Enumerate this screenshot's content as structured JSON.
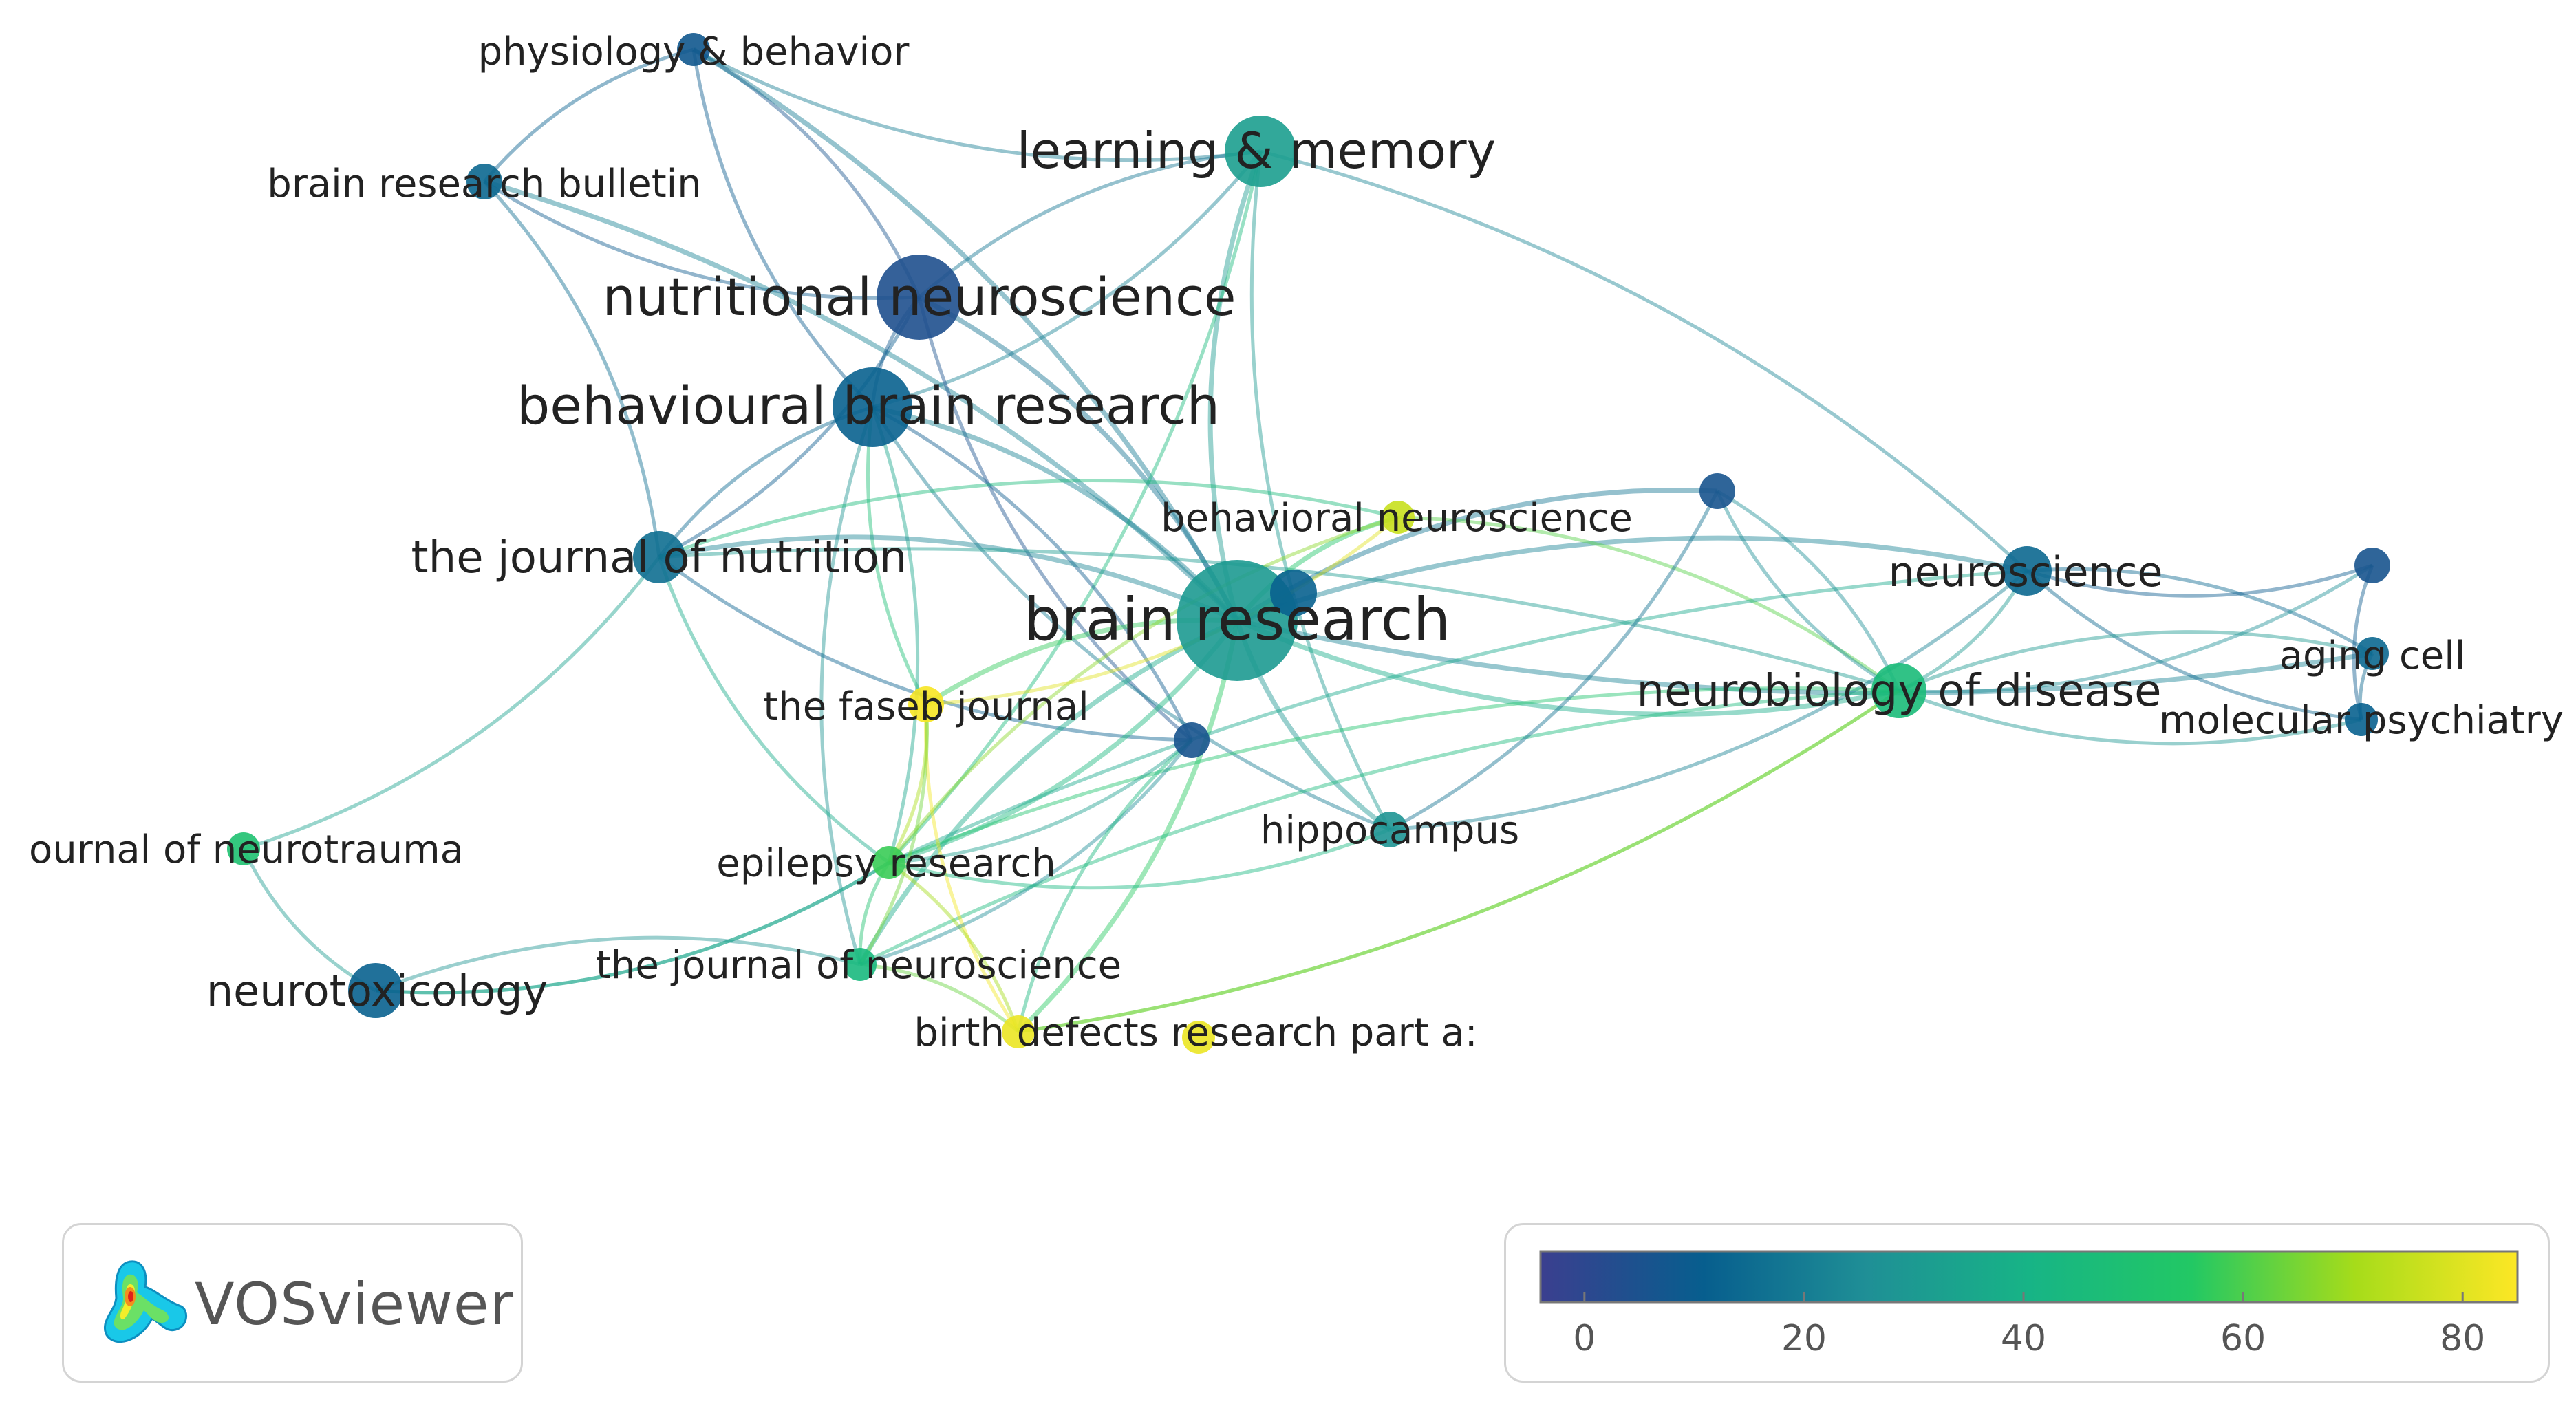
{
  "app": {
    "name": "VOSviewer"
  },
  "nodes": [
    {
      "id": "pb",
      "label": "physiology & behavior",
      "score": 8
    },
    {
      "id": "brb",
      "label": "brain research bulletin",
      "score": 14
    },
    {
      "id": "lm",
      "label": "learning & memory",
      "score": 32
    },
    {
      "id": "nn",
      "label": "nutritional neuroscience",
      "score": 4
    },
    {
      "id": "bbr",
      "label": "behavioural brain research",
      "score": 12
    },
    {
      "id": "bn",
      "label": "behavioral neuroscience",
      "score": 76
    },
    {
      "id": "jn",
      "label": "the journal of nutrition",
      "score": 16
    },
    {
      "id": "br",
      "label": "brain research",
      "score": 30
    },
    {
      "id": "ns",
      "label": "neuroscience",
      "score": 14
    },
    {
      "id": "nd",
      "label": "neurobiology of disease",
      "score": 46
    },
    {
      "id": "ac",
      "label": "aging cell",
      "score": 14
    },
    {
      "id": "mp",
      "label": "molecular psychiatry",
      "score": 12
    },
    {
      "id": "fj",
      "label": "the faseb journal",
      "score": 84
    },
    {
      "id": "hc",
      "label": "hippocampus",
      "score": 28
    },
    {
      "id": "jnt",
      "label": "ournal of neurotrauma",
      "score": 50
    },
    {
      "id": "er",
      "label": "epilepsy research",
      "score": 58
    },
    {
      "id": "jns",
      "label": "the journal of neuroscience",
      "score": 44
    },
    {
      "id": "nt",
      "label": "neurotoxicology",
      "score": 12
    },
    {
      "id": "bdra",
      "label": "birth defects research part a:",
      "score": 82
    },
    {
      "id": "u1",
      "label": "",
      "score": 6
    },
    {
      "id": "u2",
      "label": "",
      "score": 6
    },
    {
      "id": "u3",
      "label": "",
      "score": 6
    },
    {
      "id": "u4",
      "label": "",
      "score": 12
    }
  ],
  "links": [
    [
      "pb",
      "brb"
    ],
    [
      "pb",
      "nn"
    ],
    [
      "pb",
      "bbr"
    ],
    [
      "pb",
      "br"
    ],
    [
      "pb",
      "lm"
    ],
    [
      "brb",
      "jn"
    ],
    [
      "brb",
      "nn"
    ],
    [
      "brb",
      "br"
    ],
    [
      "lm",
      "nn"
    ],
    [
      "lm",
      "bbr"
    ],
    [
      "lm",
      "br"
    ],
    [
      "lm",
      "ns"
    ],
    [
      "lm",
      "hc"
    ],
    [
      "lm",
      "er"
    ],
    [
      "nn",
      "bbr"
    ],
    [
      "nn",
      "br"
    ],
    [
      "nn",
      "u1"
    ],
    [
      "nn",
      "jn"
    ],
    [
      "bbr",
      "jn"
    ],
    [
      "bbr",
      "br"
    ],
    [
      "bbr",
      "fj"
    ],
    [
      "bbr",
      "er"
    ],
    [
      "bbr",
      "jns"
    ],
    [
      "bbr",
      "u1"
    ],
    [
      "bbr",
      "hc"
    ],
    [
      "jn",
      "br"
    ],
    [
      "jn",
      "er"
    ],
    [
      "jn",
      "jnt"
    ],
    [
      "jn",
      "u1"
    ],
    [
      "jn",
      "nd"
    ],
    [
      "br",
      "nd"
    ],
    [
      "br",
      "ns"
    ],
    [
      "br",
      "hc"
    ],
    [
      "br",
      "er"
    ],
    [
      "br",
      "jns"
    ],
    [
      "br",
      "bn"
    ],
    [
      "br",
      "fj"
    ],
    [
      "br",
      "u2"
    ],
    [
      "br",
      "u4"
    ],
    [
      "br",
      "bdra"
    ],
    [
      "br",
      "ac"
    ],
    [
      "bn",
      "nd"
    ],
    [
      "bn",
      "er"
    ],
    [
      "bn",
      "fj"
    ],
    [
      "bn",
      "jn"
    ],
    [
      "ns",
      "nd"
    ],
    [
      "ns",
      "mp"
    ],
    [
      "ns",
      "ac"
    ],
    [
      "ns",
      "u3"
    ],
    [
      "ns",
      "hc"
    ],
    [
      "ns",
      "er"
    ],
    [
      "nd",
      "ac"
    ],
    [
      "nd",
      "mp"
    ],
    [
      "nd",
      "u2"
    ],
    [
      "nd",
      "jns"
    ],
    [
      "nd",
      "bdra"
    ],
    [
      "nd",
      "er"
    ],
    [
      "fj",
      "er"
    ],
    [
      "fj",
      "bdra"
    ],
    [
      "fj",
      "jns"
    ],
    [
      "er",
      "jns"
    ],
    [
      "er",
      "bdra"
    ],
    [
      "er",
      "u1"
    ],
    [
      "er",
      "nt"
    ],
    [
      "jns",
      "nt"
    ],
    [
      "jns",
      "bdra"
    ],
    [
      "jns",
      "u1"
    ],
    [
      "nt",
      "jnt"
    ],
    [
      "nt",
      "er"
    ],
    [
      "bdra",
      "u1"
    ],
    [
      "bdra",
      "nd"
    ],
    [
      "hc",
      "er"
    ],
    [
      "hc",
      "u2"
    ],
    [
      "u2",
      "nd"
    ],
    [
      "u3",
      "mp"
    ],
    [
      "u3",
      "nd"
    ],
    [
      "ac",
      "mp"
    ]
  ],
  "color_scale": {
    "stops": [
      "#3b3f8f",
      "#075e8e",
      "#1f8f96",
      "#17b486",
      "#22c864",
      "#a6dc1a",
      "#fde725"
    ],
    "ticks": [
      {
        "value": 0,
        "label": "0"
      },
      {
        "value": 20,
        "label": "20"
      },
      {
        "value": 40,
        "label": "40"
      },
      {
        "value": 60,
        "label": "60"
      },
      {
        "value": 80,
        "label": "80"
      }
    ],
    "min": -4,
    "max": 85
  }
}
